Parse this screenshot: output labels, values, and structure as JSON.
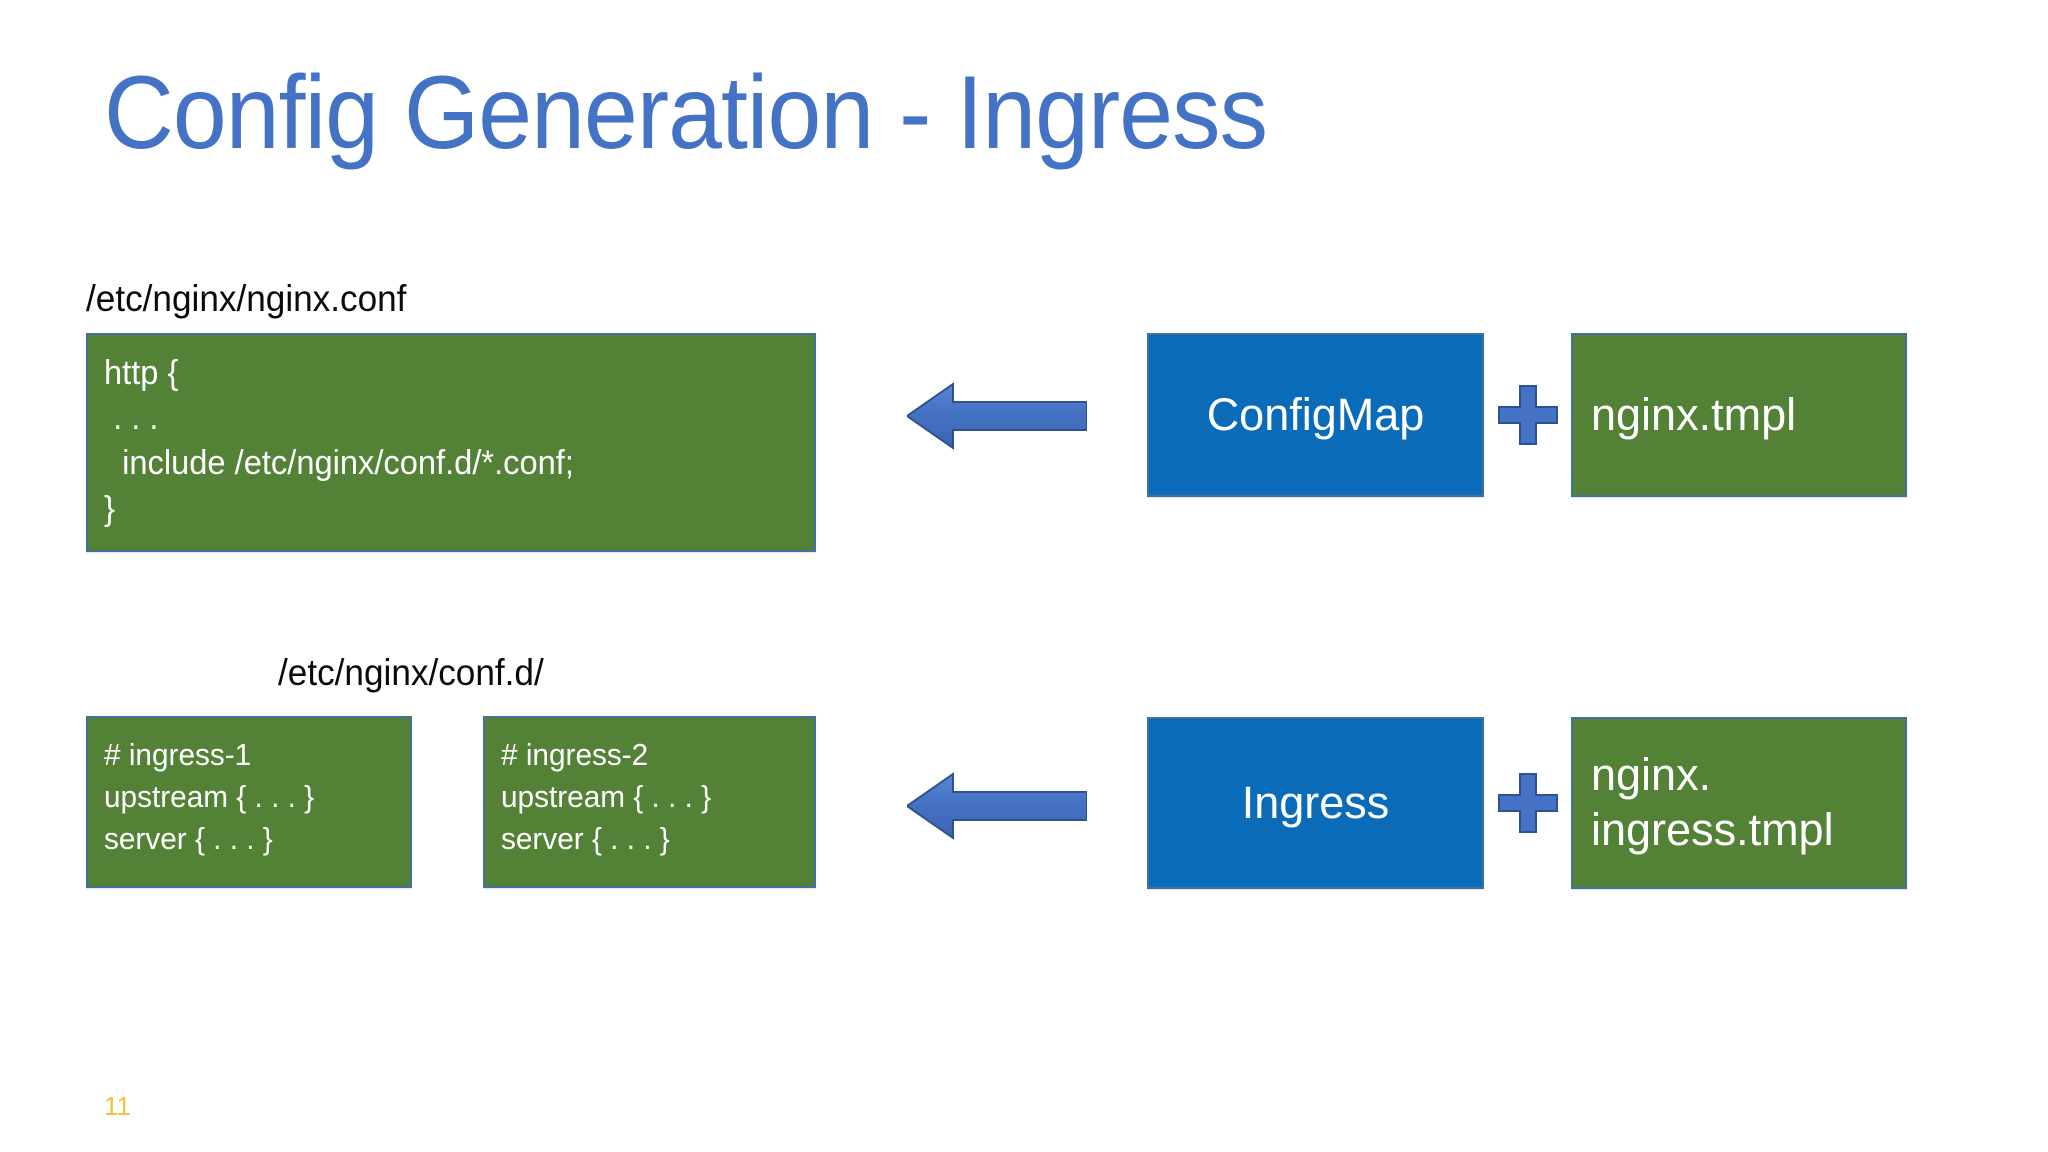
{
  "slide": {
    "title": "Config Generation - Ingress",
    "page_number": "11",
    "colors": {
      "title_blue": "#4472C4",
      "box_green": "#538135",
      "box_blue": "#0A6BB8",
      "box_border": "#41719C",
      "arrow_blue": "#4472C4",
      "page_number_yellow": "#F2C23E",
      "background": "#FFFFFF"
    }
  },
  "labels": {
    "path_nginx_conf": "/etc/nginx/nginx.conf",
    "path_conf_d": "/etc/nginx/conf.d/"
  },
  "boxes": {
    "nginx_conf": {
      "text": "http {\n . . .\n  include /etc/nginx/conf.d/*.conf;\n}"
    },
    "ingress_1": {
      "text": "# ingress-1\nupstream { . . . }\nserver { . . . }"
    },
    "ingress_2": {
      "text": "# ingress-2\nupstream { . . . }\nserver { . . . }"
    },
    "configmap": {
      "text": "ConfigMap"
    },
    "nginx_tmpl": {
      "text": "nginx.tmpl"
    },
    "ingress": {
      "text": "Ingress"
    },
    "nginx_ingress_tmpl": {
      "text": "nginx.\ningress.tmpl"
    }
  },
  "connectors": {
    "arrow_top_direction": "left",
    "arrow_bottom_direction": "left",
    "plus_top": "+",
    "plus_bottom": "+"
  }
}
